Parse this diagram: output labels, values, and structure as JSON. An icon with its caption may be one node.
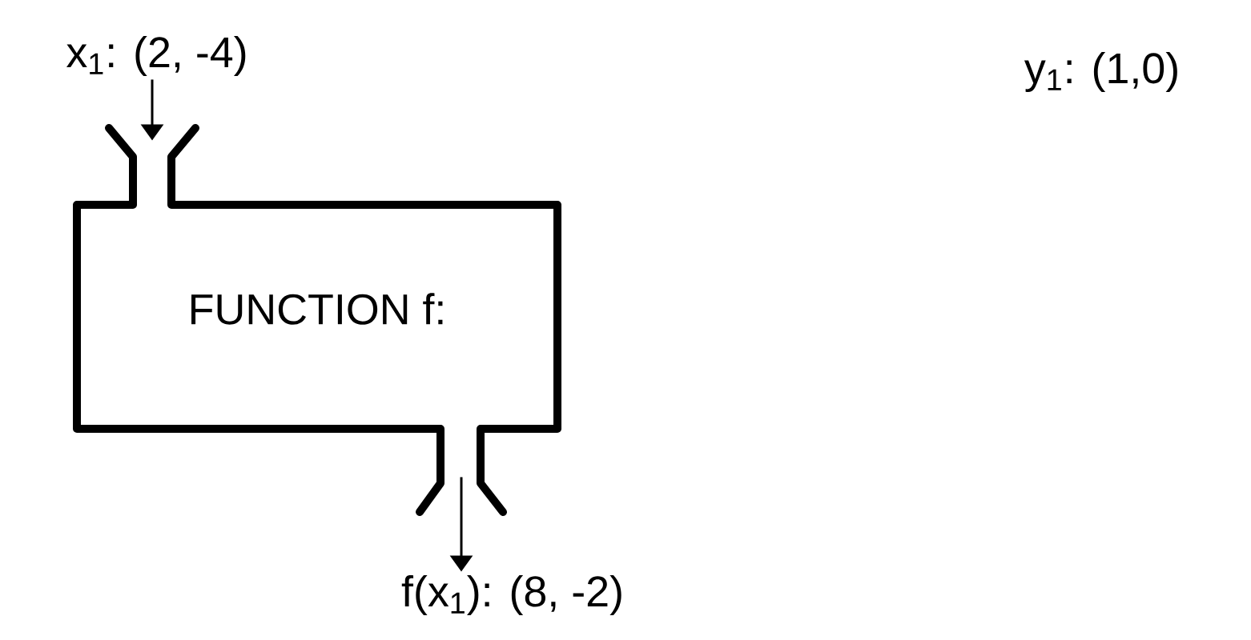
{
  "diagram": {
    "nodes": [
      {
        "text": [
          "x$_{1}$: (2, -4)"
        ]
      },
      {
        "text": [
          "FUNCTION f:"
        ]
      },
      {
        "text": [
          "f(x$_{1}$): (8, -2)"
        ]
      }
    ],
    "edges": [
      {
        "from": 0,
        "to": 1,
        "arrow": "to"
      },
      {
        "from": 1,
        "to": 2,
        "arrow": "to"
      }
    ],
    "labels": [
      "y$_{1}$: (1,0)"
    ]
  }
}
